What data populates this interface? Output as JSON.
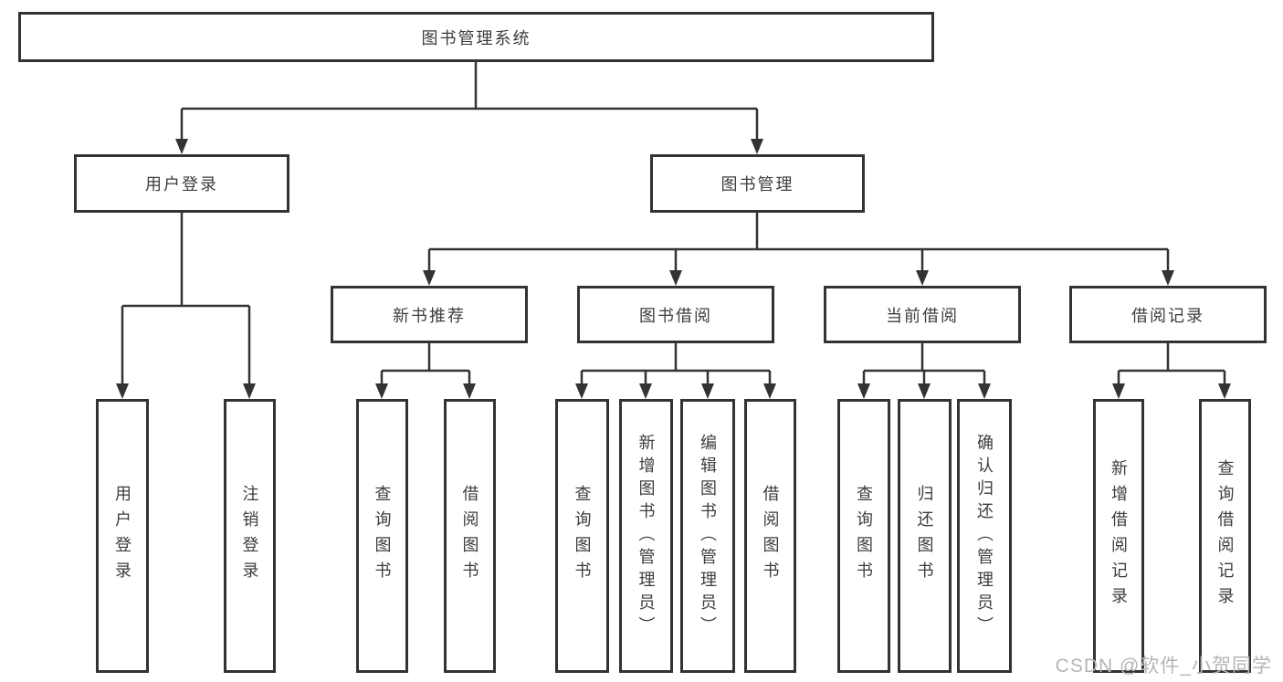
{
  "page": {
    "background_color": "#ffffff",
    "line_color": "#333333",
    "text_color": "#3d3d3d",
    "watermark": "CSDN @软件_小贺同学",
    "watermark_color": "#b5b5b5"
  },
  "diagram": {
    "type": "hierarchy",
    "root": {
      "label": "图书管理系统"
    },
    "branches": [
      {
        "label": "用户登录",
        "children": [
          {
            "label": "用户登录"
          },
          {
            "label": "注销登录"
          }
        ]
      },
      {
        "label": "图书管理",
        "children": [
          {
            "label": "新书推荐",
            "children": [
              {
                "label": "查询图书"
              },
              {
                "label": "借阅图书"
              }
            ]
          },
          {
            "label": "图书借阅",
            "children": [
              {
                "label": "查询图书"
              },
              {
                "label": "新增图书（管理员）"
              },
              {
                "label": "编辑图书（管理员）"
              },
              {
                "label": "借阅图书"
              }
            ]
          },
          {
            "label": "当前借阅",
            "children": [
              {
                "label": "查询图书"
              },
              {
                "label": "归还图书"
              },
              {
                "label": "确认归还（管理员）"
              }
            ]
          },
          {
            "label": "借阅记录",
            "children": [
              {
                "label": "新增借阅记录"
              },
              {
                "label": "查询借阅记录"
              }
            ]
          }
        ]
      }
    ]
  }
}
